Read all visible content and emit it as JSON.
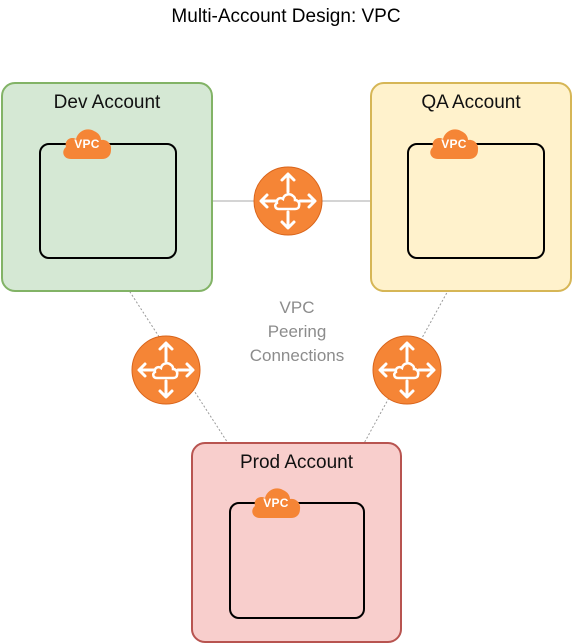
{
  "title": "Multi-Account Design: VPC",
  "accounts": {
    "dev": {
      "label": "Dev Account",
      "vpc": "VPC"
    },
    "qa": {
      "label": "QA Account",
      "vpc": "VPC"
    },
    "prod": {
      "label": "Prod Account",
      "vpc": "VPC"
    }
  },
  "peering_label": [
    "VPC",
    "Peering",
    "Connections"
  ],
  "colors": {
    "dev_fill": "#d5e8d4",
    "dev_border": "#82b366",
    "qa_fill": "#fff2cc",
    "qa_border": "#d6b656",
    "prod_fill": "#f8cecc",
    "prod_border": "#b85450",
    "aws_orange": "#f58536",
    "connector": "#999999"
  },
  "icons": {
    "vpc": "vpc-cloud-icon",
    "peering": "vpc-peering-router-icon"
  }
}
